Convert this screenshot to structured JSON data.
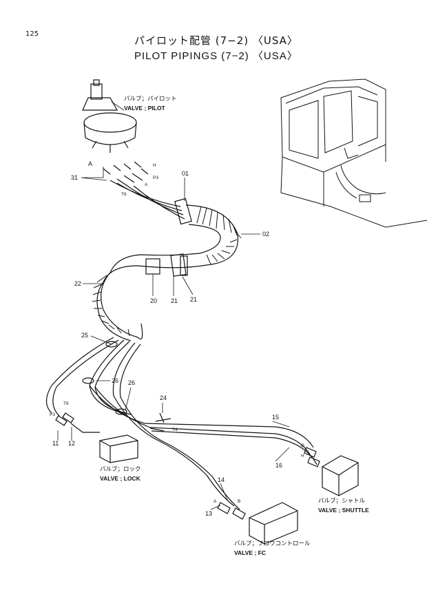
{
  "page": {
    "number": "125"
  },
  "header": {
    "title_jp": "パイロット配管  (7−2)  〈USA〉",
    "title_en": "PILOT  PIPINGS  (7−2)  〈USA〉"
  },
  "components": {
    "pilot": {
      "jp": "バルブ；パイロット",
      "en": "VALVE ; PILOT"
    },
    "lock": {
      "jp": "バルブ；ロック",
      "en": "VALVE ; LOCK"
    },
    "shuttle": {
      "jp": "バルブ；シャトル",
      "en": "VALVE ; SHUTTLE"
    },
    "fc": {
      "jp": "バルブ；フロウコントロール",
      "en": "VALVE ; FC"
    }
  },
  "callouts": {
    "c01": "01",
    "c02": "02",
    "c20": "20",
    "c21a": "21",
    "c21b": "21",
    "c22": "22",
    "c25": "25",
    "c26a": "26",
    "c26b": "26",
    "c24": "24",
    "c31": "31",
    "c15": "15",
    "c16": "16",
    "c14": "14",
    "c13": "13",
    "c11": "11",
    "c12": "12"
  },
  "ports": {
    "A1": "A",
    "H": "H",
    "P3": "P3",
    "T6a": "T6",
    "A2": "A",
    "T6b": "T6",
    "P3b": "P3",
    "T4": "T4",
    "G": "G",
    "H2": "H",
    "A3": "A",
    "B": "B"
  },
  "colors": {
    "line": "#111111",
    "paper": "#ffffff"
  }
}
